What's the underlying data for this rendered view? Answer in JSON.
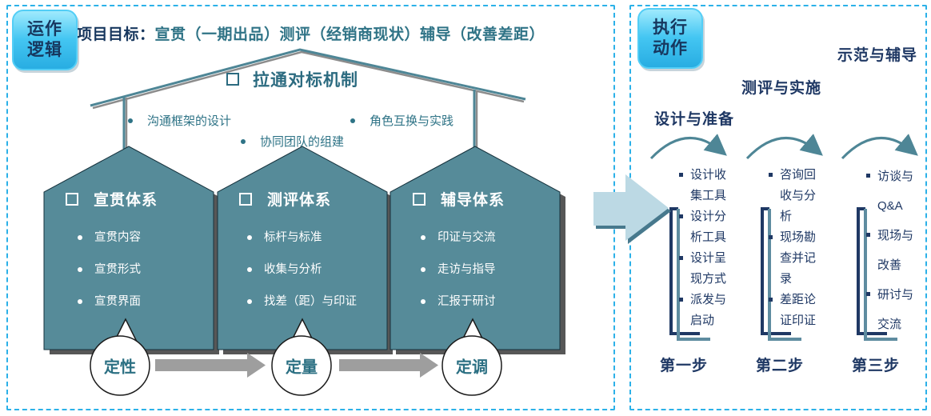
{
  "left_panel": {
    "badge": "运作逻辑",
    "title": {
      "prefix": "项目目标：",
      "text": "宣贯（一期出品）测评（经销商现状）辅导（改善差距）"
    },
    "roof": {
      "title": "拉通对标机制",
      "bullets": [
        "沟通框架的设计",
        "协同团队的组建",
        "角色互换与实践"
      ]
    },
    "pillars": [
      {
        "title": "宣贯体系",
        "items": [
          "宣贯内容",
          "宣贯形式",
          "宣贯界面"
        ]
      },
      {
        "title": "测评体系",
        "items": [
          "标杆与标准",
          "收集与分析",
          "找差（距）与印证"
        ]
      },
      {
        "title": "辅导体系",
        "items": [
          "印证与交流",
          "走访与指导",
          "汇报于研讨"
        ]
      }
    ],
    "stages": [
      "定性",
      "定量",
      "定调"
    ]
  },
  "right_panel": {
    "badge": "执行动作",
    "steps": [
      {
        "title": "设计与准备",
        "label": "第一步",
        "items": [
          "设计收集工具",
          "设计分析工具",
          "设计呈现方式",
          "派发与启动"
        ]
      },
      {
        "title": "测评与实施",
        "label": "第二步",
        "items": [
          "咨询回收与分析",
          "现场勘查并记录",
          "差距论证印证"
        ]
      },
      {
        "title": "示范与辅导",
        "label": "第三步",
        "items": [
          "访谈与Q&A",
          "现场与改善",
          "研讨与交流"
        ]
      }
    ]
  },
  "colors": {
    "panel_border": "#2CB1E8",
    "badge_fill": "#3FC3F1",
    "badge_text": "#17375E",
    "pillar_fill": "#568B99",
    "teal_line": "#4E8696",
    "navy_text": "#1F3864",
    "teal_text": "#2E7386",
    "gray_arrow": "#9E9E9E",
    "big_arrow_fill": "#BCD9E4"
  }
}
